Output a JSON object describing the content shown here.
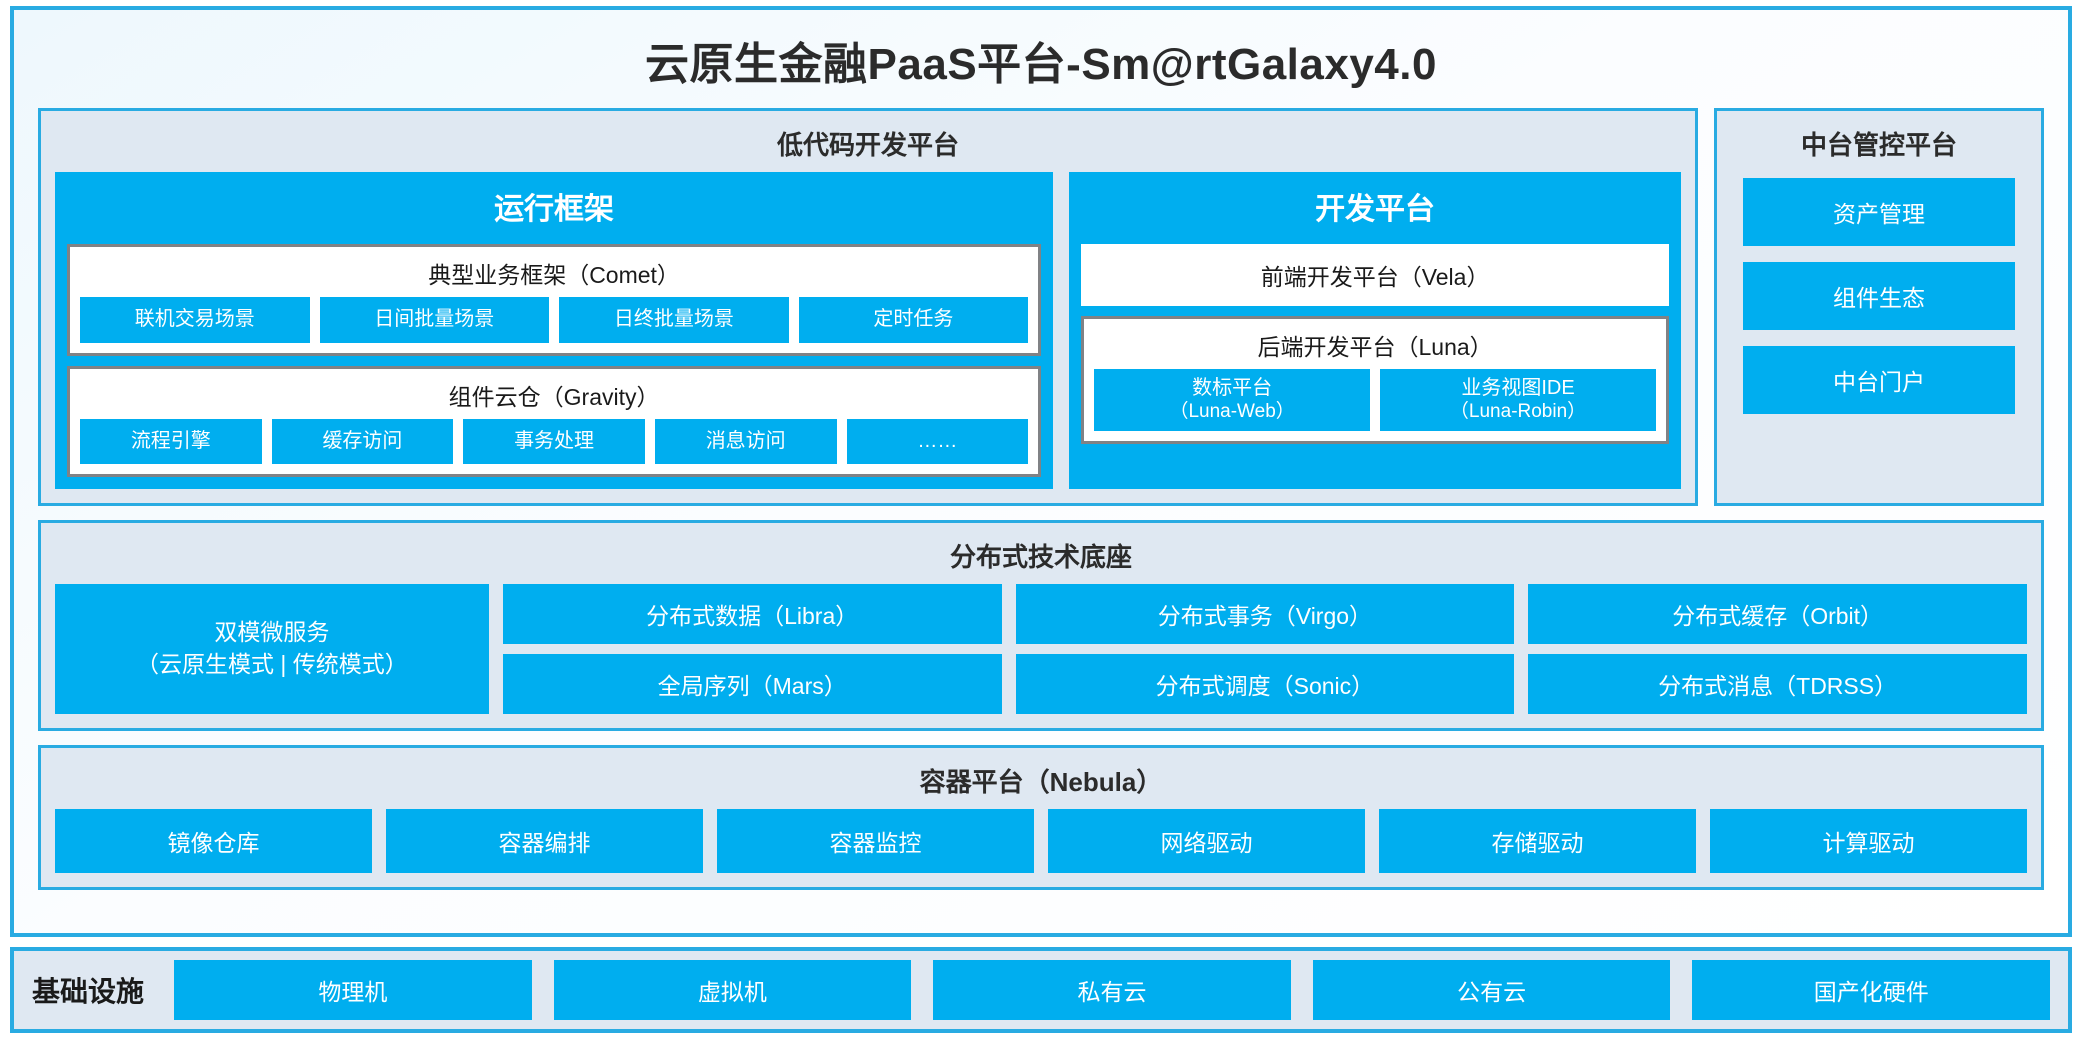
{
  "app": {
    "title": "云原生金融PaaS平台-Sm@rtGalaxy4.0",
    "accent_blue": "#00AEEF",
    "border_blue": "#29ABE2",
    "panel_bg": "#DFE8F2",
    "group_border_grey": "#808285"
  },
  "lowcode": {
    "title": "低代码开发平台",
    "runtime": {
      "title": "运行框架",
      "comet": {
        "title": "典型业务框架（Comet）",
        "items": [
          "联机交易场景",
          "日间批量场景",
          "日终批量场景",
          "定时任务"
        ]
      },
      "gravity": {
        "title": "组件云仓（Gravity）",
        "items": [
          "流程引擎",
          "缓存访问",
          "事务处理",
          "消息访问",
          "……"
        ]
      }
    },
    "devplatform": {
      "title": "开发平台",
      "frontend": "前端开发平台（Vela）",
      "backend": {
        "title": "后端开发平台（Luna）",
        "items": [
          {
            "name": "数标平台",
            "sub": "（Luna-Web）"
          },
          {
            "name": "业务视图IDE",
            "sub": "（Luna-Robin）"
          }
        ]
      }
    }
  },
  "midplatform": {
    "title": "中台管控平台",
    "items": [
      "资产管理",
      "组件生态",
      "中台门户"
    ]
  },
  "distributed": {
    "title": "分布式技术底座",
    "wide": {
      "line1": "双模微服务",
      "line2": "（云原生模式 | 传统模式）"
    },
    "columns": [
      {
        "top": "分布式数据（Libra）",
        "bottom": "全局序列（Mars）"
      },
      {
        "top": "分布式事务（Virgo）",
        "bottom": "分布式调度（Sonic）"
      },
      {
        "top": "分布式缓存（Orbit）",
        "bottom": "分布式消息（TDRSS）"
      }
    ]
  },
  "container": {
    "title": "容器平台（Nebula）",
    "items": [
      "镜像仓库",
      "容器编排",
      "容器监控",
      "网络驱动",
      "存储驱动",
      "计算驱动"
    ]
  },
  "infrastructure": {
    "label": "基础设施",
    "items": [
      "物理机",
      "虚拟机",
      "私有云",
      "公有云",
      "国产化硬件"
    ]
  }
}
